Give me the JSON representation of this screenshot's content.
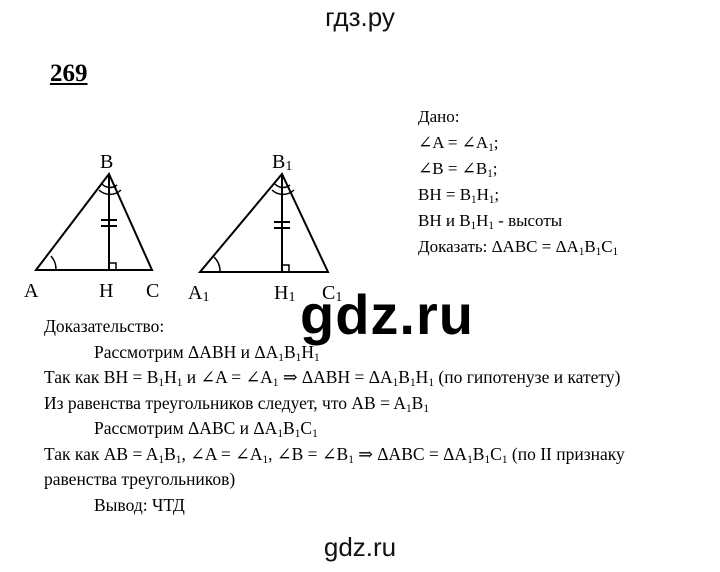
{
  "header": {
    "site": "гдз.ру"
  },
  "footer": {
    "site": "gdz.ru"
  },
  "watermark": "gdz.ru",
  "problem_number": "269",
  "figure_labels": {
    "B": "B",
    "A": "A",
    "H": "H",
    "C": "C",
    "B1": "B",
    "B1_sub": "1",
    "A1": "A",
    "A1_sub": "1",
    "H1": "H",
    "H1_sub": "1",
    "C1": "C",
    "C1_sub": "1"
  },
  "given": {
    "title": "Дано:",
    "l1": "∠A = ∠A",
    "l1_sub": "1",
    "l1_end": ";",
    "l2": "∠B = ∠B",
    "l2_sub": "1",
    "l2_end": ";",
    "l3a": "BH = B",
    "l3_sub1": "1",
    "l3b": "H",
    "l3_sub2": "1",
    "l3_end": ";",
    "l4a": "BH и B",
    "l4_sub1": "1",
    "l4b": "H",
    "l4_sub2": "1",
    "l4_end": " - высоты",
    "l5a": "Доказать: ΔABC = ΔA",
    "l5_s1": "1",
    "l5b": "B",
    "l5_s2": "1",
    "l5c": "C",
    "l5_s3": "1"
  },
  "proof": {
    "title": "Доказательство:",
    "p1a": "Рассмотрим ΔABH и ΔA",
    "p1_s1": "1",
    "p1b": "B",
    "p1_s2": "1",
    "p1c": "H",
    "p1_s3": "1",
    "p2a": "Так как BH = B",
    "p2_s1": "1",
    "p2b": "H",
    "p2_s2": "1",
    "p2c": " и ∠A = ∠A",
    "p2_s3": "1",
    "p2d": " ⇒ ΔABH = ΔA",
    "p2_s4": "1",
    "p2e": "B",
    "p2_s5": "1",
    "p2f": "H",
    "p2_s6": "1",
    "p2g": " (по гипотенузе и катету)",
    "p3a": "Из равенства треугольников следует, что AB = A",
    "p3_s1": "1",
    "p3b": "B",
    "p3_s2": "1",
    "p4a": "Рассмотрим ΔABC и ΔA",
    "p4_s1": "1",
    "p4b": "B",
    "p4_s2": "1",
    "p4c": "C",
    "p4_s3": "1",
    "p5a": "Так как AB = A",
    "p5_s1": "1",
    "p5b": "B",
    "p5_s2": "1",
    "p5c": ", ∠A = ∠A",
    "p5_s3": "1",
    "p5d": ", ∠B = ∠B",
    "p5_s4": "1",
    "p5e": " ⇒ ΔABC = ΔA",
    "p5_s5": "1",
    "p5f": "B",
    "p5_s6": "1",
    "p5g": "C",
    "p5_s7": "1",
    "p5h": " (по II признаку",
    "p6": "равенства треугольников)",
    "p7": "Вывод: ЧТД"
  }
}
